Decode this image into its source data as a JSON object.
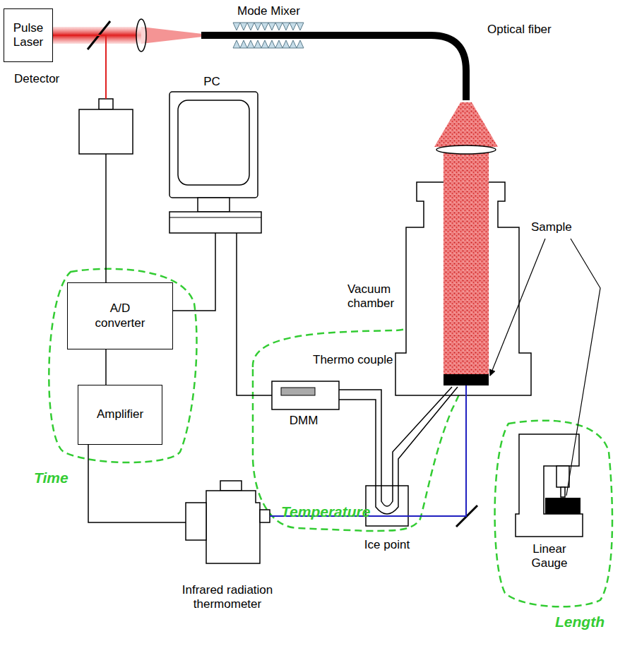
{
  "diagram": {
    "nodes": [
      {
        "text": [
          "Pulse Laser"
        ]
      },
      {
        "text": [
          "Detector"
        ]
      },
      {
        "text": [
          "PC"
        ]
      },
      {
        "text": [
          "A/D converter"
        ]
      },
      {
        "text": [
          "Amplifier"
        ]
      },
      {
        "text": [
          "Vacuum chamber"
        ]
      },
      {
        "text": [
          "DMM"
        ]
      },
      {
        "text": [
          "Ice point"
        ]
      },
      {
        "text": [
          "Infrared radiation thermometer"
        ]
      },
      {
        "text": [
          "Linear Gauge"
        ]
      }
    ],
    "edges": [
      {
        "from": 0,
        "to": 1,
        "arrow": "none"
      },
      {
        "from": 1,
        "to": 3,
        "arrow": "none"
      },
      {
        "from": 3,
        "to": 2,
        "arrow": "none"
      },
      {
        "from": 3,
        "to": 4,
        "arrow": "none"
      },
      {
        "from": 4,
        "to": 8,
        "arrow": "none"
      },
      {
        "from": 2,
        "to": 6,
        "arrow": "none"
      },
      {
        "from": 8,
        "to": 5,
        "arrow": "none"
      }
    ],
    "labels": [
      "Mode Mixer",
      "Optical fiber",
      "Thermo couple",
      "Sample",
      "Time",
      "Temperature",
      "Length"
    ]
  }
}
